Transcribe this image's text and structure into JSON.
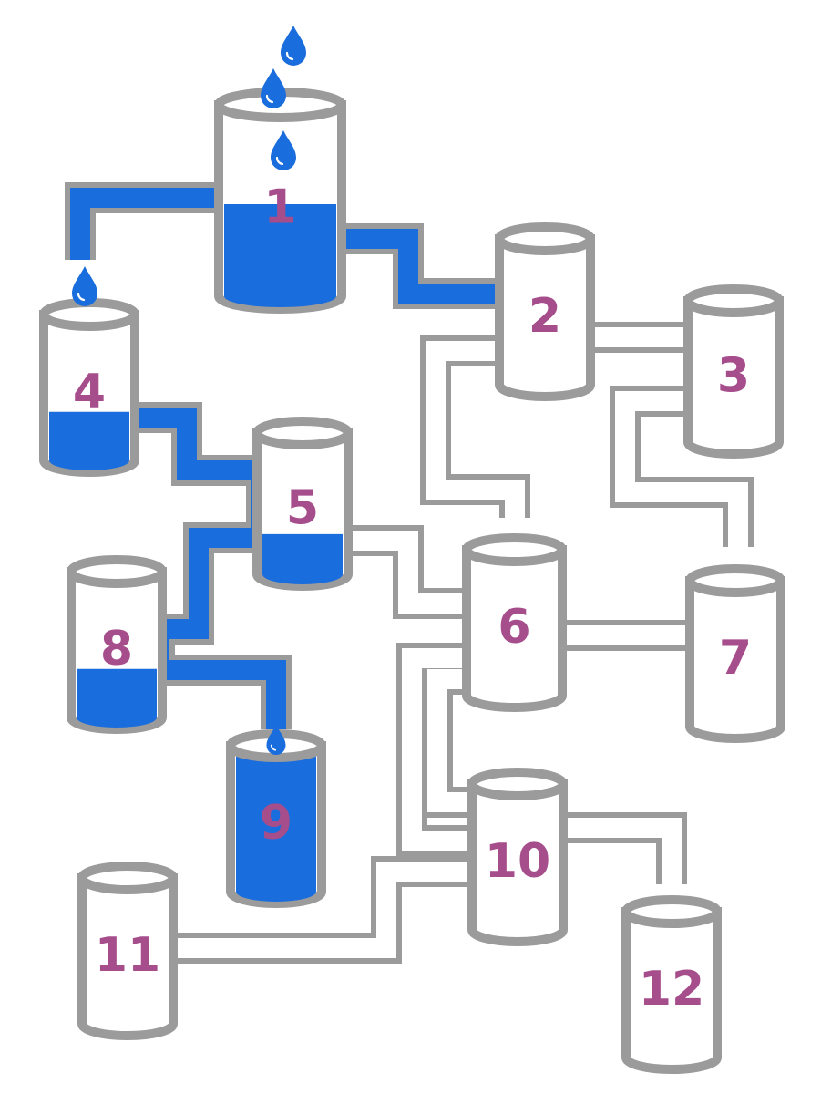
{
  "tanks": [
    {
      "id": "1",
      "label": "1",
      "fill": 0.5
    },
    {
      "id": "2",
      "label": "2",
      "fill": 0
    },
    {
      "id": "3",
      "label": "3",
      "fill": 0
    },
    {
      "id": "4",
      "label": "4",
      "fill": 0.35
    },
    {
      "id": "5",
      "label": "5",
      "fill": 0.3
    },
    {
      "id": "6",
      "label": "6",
      "fill": 0
    },
    {
      "id": "7",
      "label": "7",
      "fill": 0
    },
    {
      "id": "8",
      "label": "8",
      "fill": 0.35
    },
    {
      "id": "9",
      "label": "9",
      "fill": 1.0
    },
    {
      "id": "10",
      "label": "10",
      "fill": 0
    },
    {
      "id": "11",
      "label": "11",
      "fill": 0
    },
    {
      "id": "12",
      "label": "12",
      "fill": 0
    }
  ],
  "colors": {
    "water": "#1a6ddc",
    "outline": "#9b9b9b",
    "label": "#a64d8c"
  }
}
